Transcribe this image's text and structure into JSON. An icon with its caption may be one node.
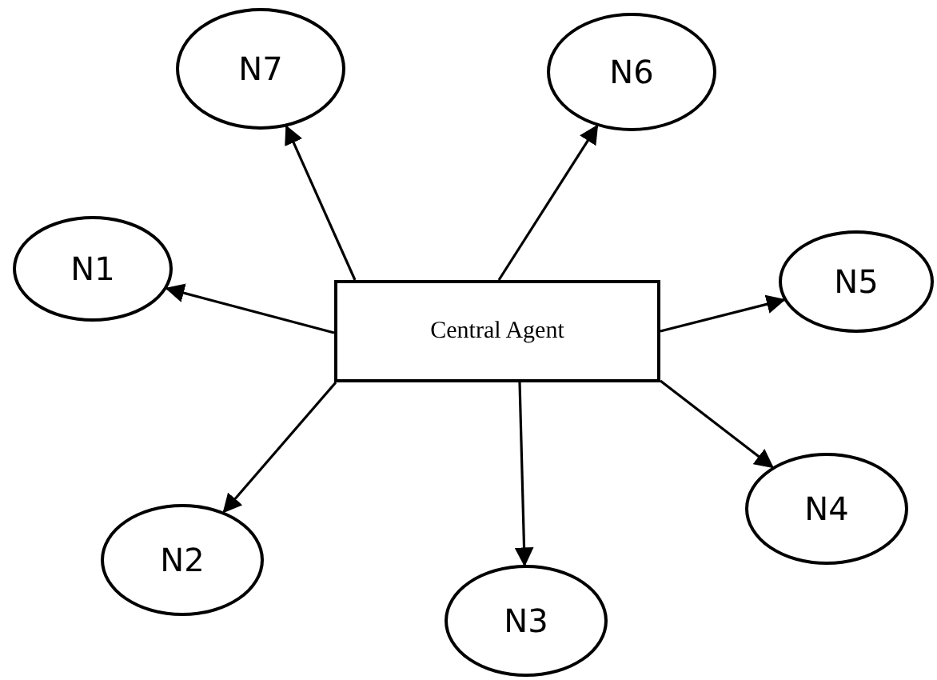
{
  "diagram": {
    "nodes": [
      {
        "text": [
          "N7"
        ]
      },
      {
        "text": [
          "N6"
        ]
      },
      {
        "text": [
          "N1"
        ]
      },
      {
        "text": [
          "Central Agent"
        ]
      },
      {
        "text": [
          "N5"
        ]
      },
      {
        "text": [
          "N4"
        ]
      },
      {
        "text": [
          "N2"
        ]
      },
      {
        "text": [
          "N3"
        ]
      }
    ],
    "edges": [
      {
        "from": 3,
        "to": 0,
        "arrow": "to"
      },
      {
        "from": 3,
        "to": 1,
        "arrow": "to"
      },
      {
        "from": 3,
        "to": 2,
        "arrow": "to"
      },
      {
        "from": 3,
        "to": 4,
        "arrow": "to"
      },
      {
        "from": 3,
        "to": 5,
        "arrow": "to"
      },
      {
        "from": 3,
        "to": 7,
        "arrow": "to"
      },
      {
        "from": 3,
        "to": 6,
        "arrow": "to"
      }
    ]
  }
}
